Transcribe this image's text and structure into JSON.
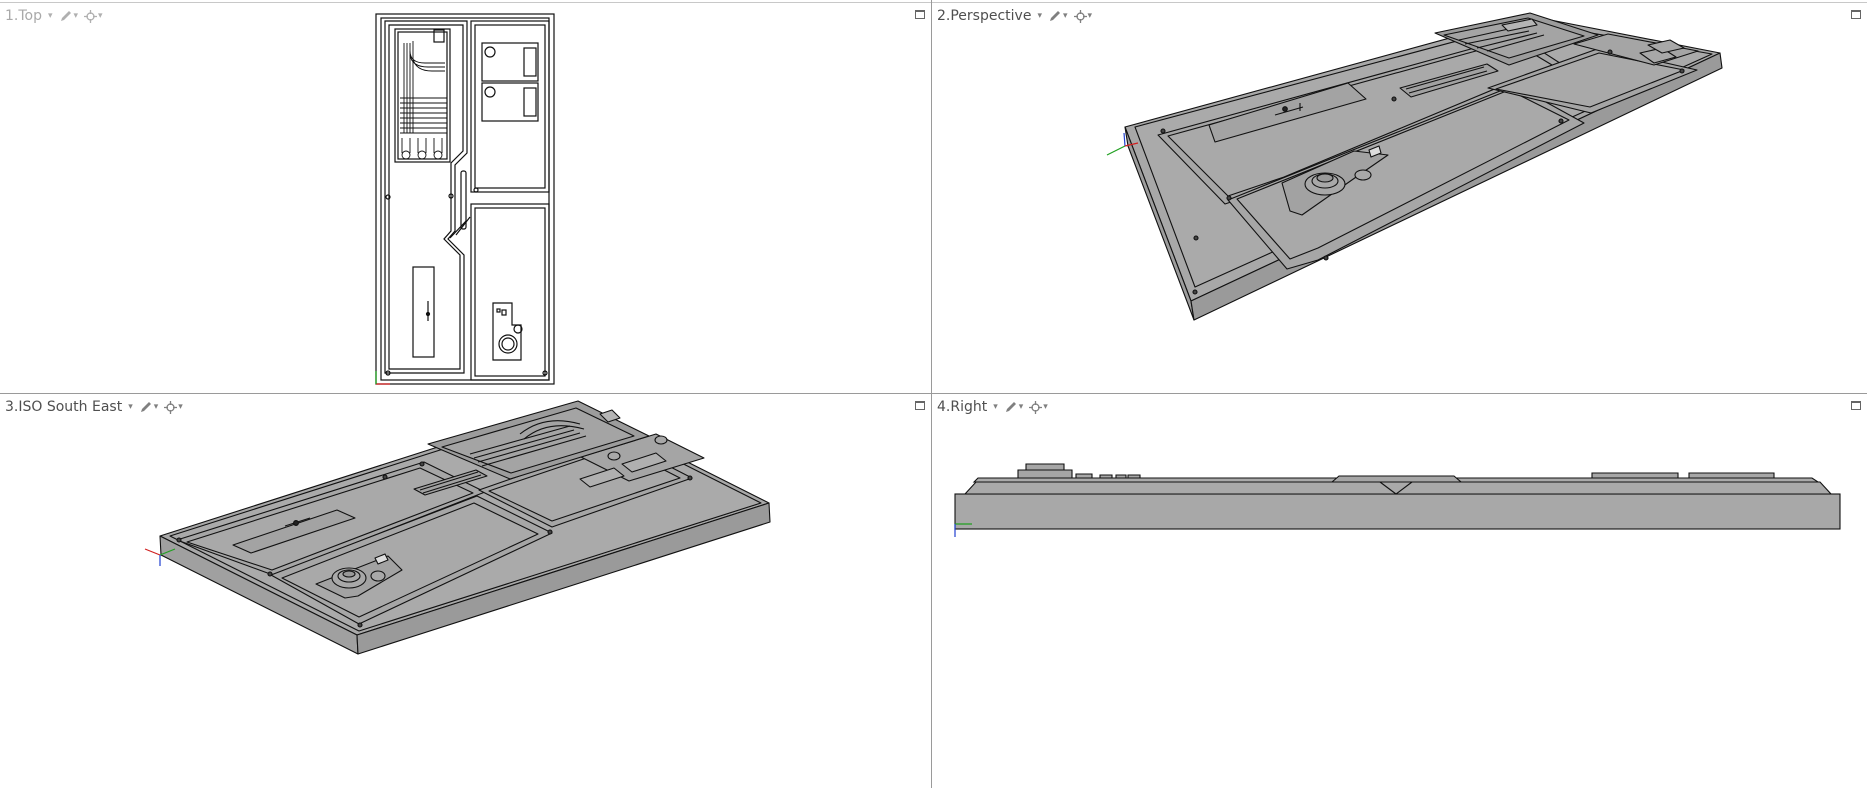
{
  "viewports": [
    {
      "title": "1.Top",
      "state": "inactive"
    },
    {
      "title": "2.Perspective",
      "state": "active"
    },
    {
      "title": "3.ISO South East",
      "state": "active"
    },
    {
      "title": "4.Right",
      "state": "active"
    }
  ],
  "icons": {
    "pen": "pencil-icon",
    "target": "crosshair-icon",
    "caret": "chevron-down-icon",
    "maximize": "maximize-icon"
  },
  "colors": {
    "model_fill": "#a8a8a8",
    "model_edge": "#111111",
    "axis_x": "#d02020",
    "axis_y": "#20a020",
    "axis_z": "#2040d0",
    "separator": "#9a9a9a"
  }
}
